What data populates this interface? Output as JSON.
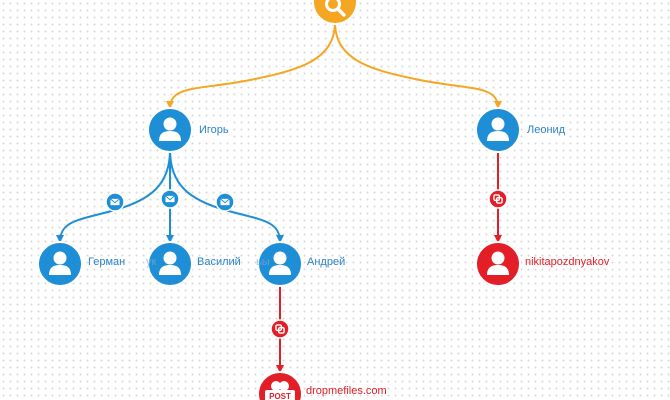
{
  "colors": {
    "person": "#1e8fd6",
    "edge": "#1e8fd6",
    "root": "#f5a623",
    "root_edge": "#f5a623",
    "web": "#e41e26",
    "web_edge": "#e41e26"
  },
  "nodes": {
    "root": {
      "icon": "search-icon"
    },
    "igor": {
      "label": "Игорь",
      "icon": "user-icon"
    },
    "leonid": {
      "label": "Леонид",
      "icon": "user-icon"
    },
    "german": {
      "label": "Герман",
      "icon": "user-icon"
    },
    "vasiliy": {
      "label": "Василий",
      "icon": "user-icon"
    },
    "andrey": {
      "label": "Андрей",
      "icon": "user-icon"
    },
    "nikita": {
      "label": "nikitapozdnyakov",
      "icon": "user-icon"
    },
    "dropmefiles": {
      "label": "dropmefiles.com",
      "icon": "post-icon",
      "badge": "POST"
    }
  },
  "overlap_fragments": {
    "near_vasiliy": "ук",
    "near_andrey": "ьы"
  },
  "edge_badges": {
    "igor_german": "mail-icon",
    "igor_vasiliy": "mail-icon",
    "igor_andrey": "mail-icon",
    "andrey_dropmefiles": "web-link-icon",
    "leonid_nikita": "web-link-icon"
  }
}
